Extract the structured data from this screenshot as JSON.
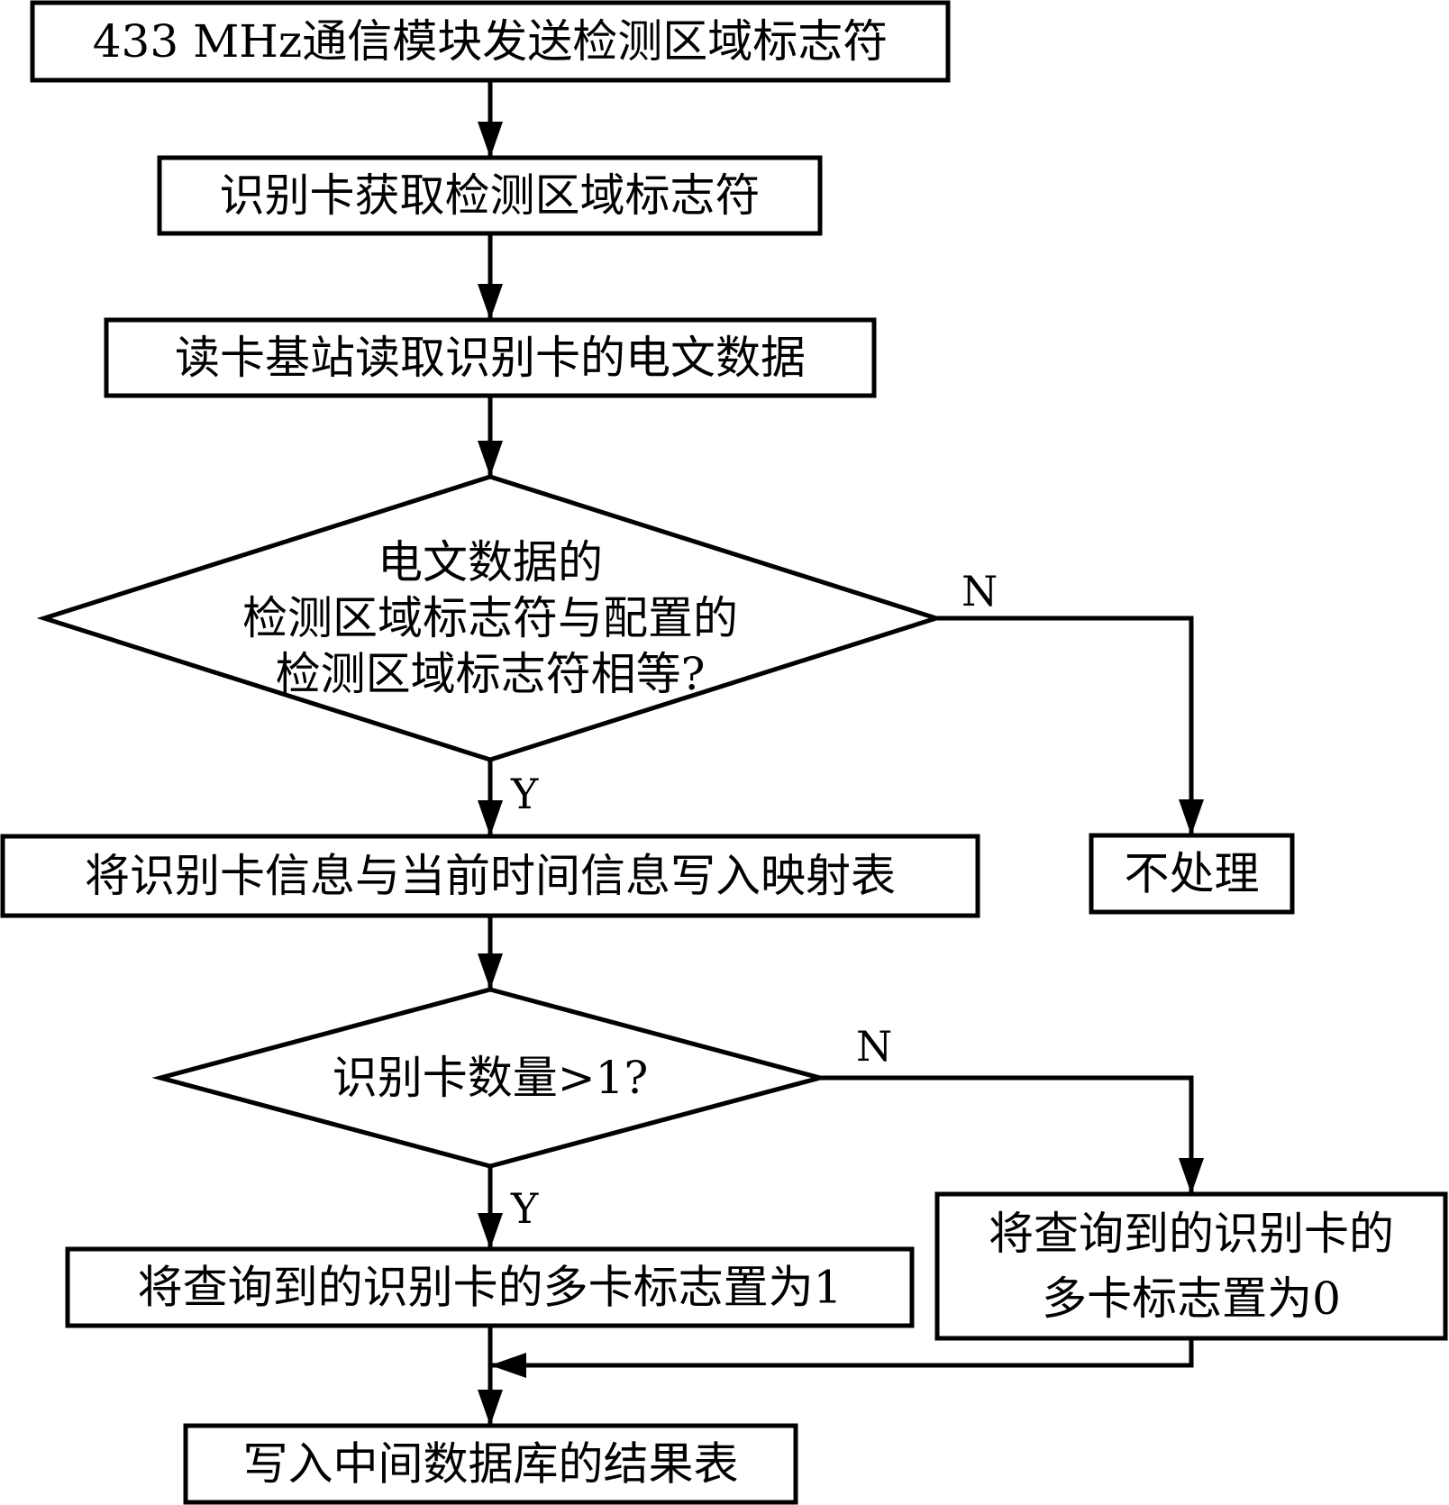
{
  "diagram": {
    "type": "flowchart",
    "line_color": "#000000",
    "background": "#ffffff",
    "nodes": [
      {
        "id": "send-flag",
        "shape": "process",
        "lines": [
          "433 MHz通信模块发送检测区域标志符"
        ]
      },
      {
        "id": "card-get-flag",
        "shape": "process",
        "lines": [
          "识别卡获取检测区域标志符"
        ]
      },
      {
        "id": "read-telegram",
        "shape": "process",
        "lines": [
          "读卡基站读取识别卡的电文数据"
        ]
      },
      {
        "id": "flag-equal-check",
        "shape": "decision",
        "lines": [
          "电文数据的",
          "检测区域标志符与配置的",
          "检测区域标志符相等?"
        ]
      },
      {
        "id": "write-mapping",
        "shape": "process",
        "lines": [
          "将识别卡信息与当前时间信息写入映射表"
        ]
      },
      {
        "id": "no-process",
        "shape": "process",
        "lines": [
          "不处理"
        ]
      },
      {
        "id": "card-count-check",
        "shape": "decision",
        "lines": [
          "识别卡数量>1?"
        ]
      },
      {
        "id": "set-multi-1",
        "shape": "process",
        "lines": [
          "将查询到的识别卡的多卡标志置为1"
        ]
      },
      {
        "id": "set-multi-0",
        "shape": "process",
        "lines": [
          "将查询到的识别卡的",
          "多卡标志置为0"
        ]
      },
      {
        "id": "write-result",
        "shape": "process",
        "lines": [
          "写入中间数据库的结果表"
        ]
      }
    ],
    "edges": [
      {
        "from": "send-flag",
        "to": "card-get-flag",
        "label": ""
      },
      {
        "from": "card-get-flag",
        "to": "read-telegram",
        "label": ""
      },
      {
        "from": "read-telegram",
        "to": "flag-equal-check",
        "label": ""
      },
      {
        "from": "flag-equal-check",
        "to": "write-mapping",
        "label": "Y"
      },
      {
        "from": "flag-equal-check",
        "to": "no-process",
        "label": "N"
      },
      {
        "from": "write-mapping",
        "to": "card-count-check",
        "label": ""
      },
      {
        "from": "card-count-check",
        "to": "set-multi-1",
        "label": "Y"
      },
      {
        "from": "card-count-check",
        "to": "set-multi-0",
        "label": "N"
      },
      {
        "from": "set-multi-1",
        "to": "write-result",
        "label": ""
      },
      {
        "from": "set-multi-0",
        "to": "write-result",
        "label": ""
      }
    ]
  }
}
